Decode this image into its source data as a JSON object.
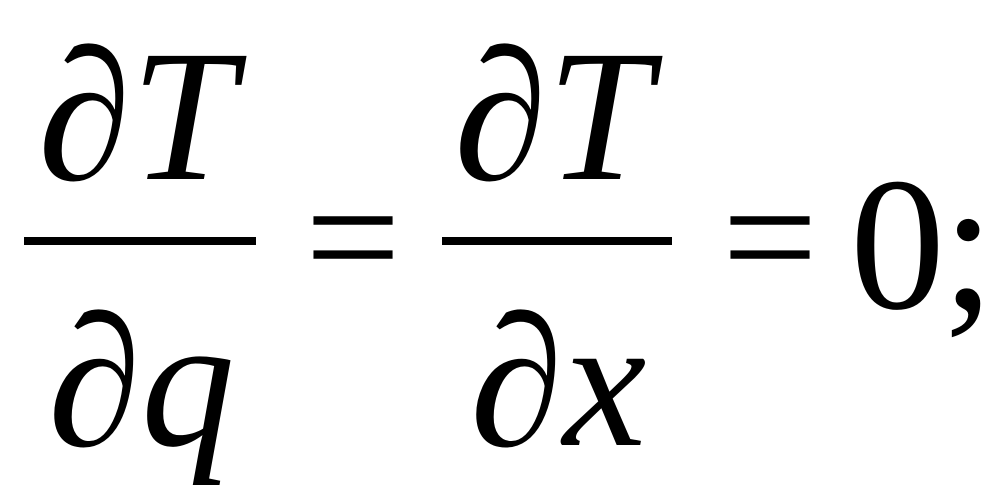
{
  "equation": {
    "fraction1": {
      "numerator": "∂T",
      "denominator": "∂q"
    },
    "equals1": "=",
    "fraction2": {
      "numerator": "∂T",
      "denominator": "∂x"
    },
    "equals2": "=",
    "result": "0",
    "terminator": ";"
  }
}
